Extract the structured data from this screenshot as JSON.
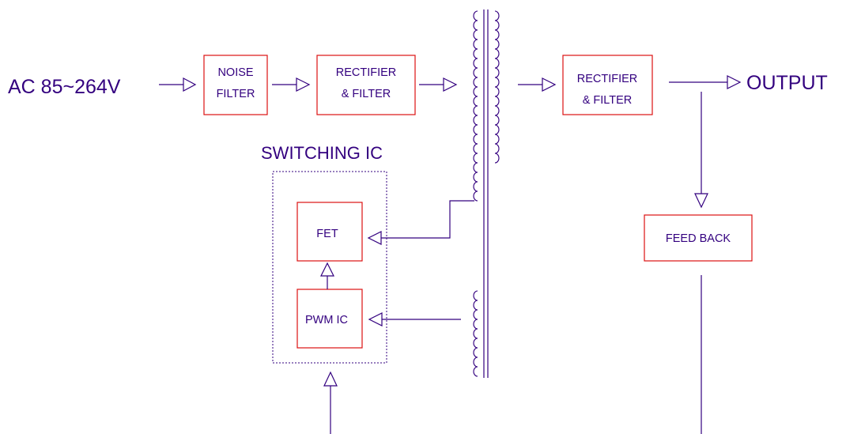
{
  "diagram": {
    "input_label": "AC 85~264V",
    "output_label": "OUTPUT",
    "switching_ic_label": "SWITCHING IC",
    "blocks": {
      "noise_filter": [
        "NOISE",
        "FILTER"
      ],
      "rectifier_primary": [
        "RECTIFIER",
        "& FILTER"
      ],
      "rectifier_secondary": [
        "RECTIFIER",
        "& FILTER"
      ],
      "fet": "FET",
      "pwm_ic": "PWM IC",
      "feed_back": "FEED BACK"
    },
    "colors": {
      "line": "#33007f",
      "block_border": "#dd1111",
      "background": "#ffffff"
    }
  }
}
